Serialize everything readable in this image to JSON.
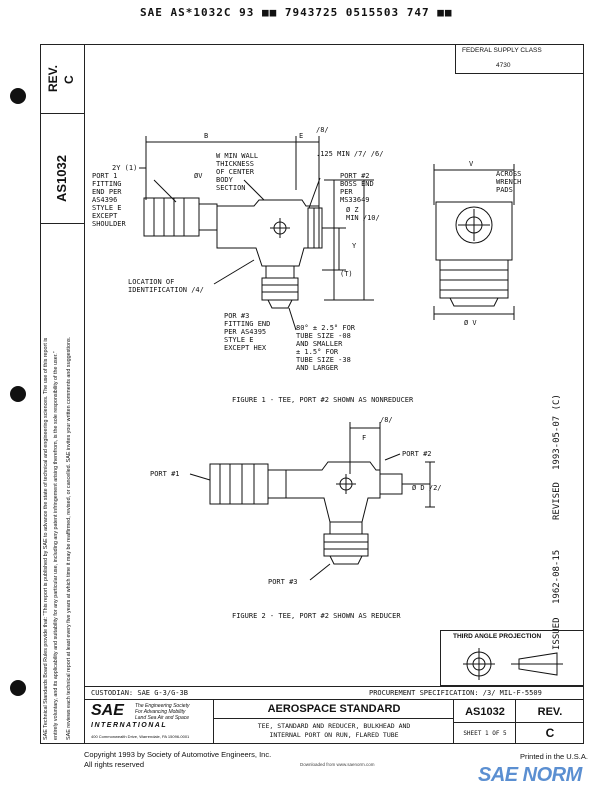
{
  "header_code": "SAE AS*1032C 93 ■■ 7943725 0515503 747 ■■",
  "federal_supply": {
    "label": "FEDERAL SUPPLY CLASS",
    "value": "4730"
  },
  "left_column": {
    "rev_label": "REV.",
    "rev_value": "C",
    "doc_number": "AS1032",
    "disclaimer_1": "SAE Technical Standards Board Rules provide that: “This report is published by SAE to advance the state of technical and engineering sciences. The use of this report is",
    "disclaimer_2": "entirely voluntary, and its applicability and suitability for any particular use, including any patent infringement arising therefrom, is the sole responsibility of the user.”",
    "disclaimer_3": "SAE reviews each technical report at least every five years at which time it may be reaffirmed, revised, or cancelled. SAE invites your written comments and suggestions."
  },
  "figure1": {
    "caption": "FIGURE 1 - TEE, PORT #2 SHOWN AS NONREDUCER",
    "labels": {
      "b": "B",
      "e": "E",
      "ref_8": "/8/",
      "ref_1": "2Y (1)",
      "port1": "PORT 1",
      "port1_b": "FITTING",
      "port1_c": "END PER",
      "port1_d": "AS4396",
      "port1_e": "STYLE E",
      "port1_f": "EXCEPT",
      "port1_g": "SHOULDER",
      "wall_a": "W MIN WALL",
      "wall_b": "THICKNESS",
      "wall_c": "OF CENTER",
      "wall_d": "BODY",
      "wall_e": "SECTION",
      "phi_v": "ØV",
      "dim_125": ".125 MIN /7/ /6/",
      "port2_a": "PORT #2",
      "port2_b": "BOSS END",
      "port2_c": "PER",
      "port2_d": "MS33649",
      "phi_z": "Ø Z",
      "min_10": "MIN /10/",
      "location_a": "LOCATION OF",
      "location_b": "IDENTIFICATION /4/",
      "t": "(T)",
      "y": "Y",
      "port3_a": "POR #3",
      "port3_b": "FITTING END",
      "port3_c": "PER AS4395",
      "port3_d": "STYLE E",
      "port3_e": "EXCEPT HEX",
      "angle_a": "80° ± 2.5° FOR",
      "angle_b": "TUBE SIZE -08",
      "angle_c": "AND SMALLER",
      "angle_d": "± 1.5° FOR",
      "angle_e": "TUBE SIZE -38",
      "angle_f": "AND LARGER",
      "v": "V",
      "across_a": "ACROSS",
      "across_b": "WRENCH",
      "across_c": "PADS",
      "phi_v2": "Ø V"
    }
  },
  "figure2": {
    "caption": "FIGURE 2 - TEE, PORT #2 SHOWN AS REDUCER",
    "labels": {
      "f": "F",
      "ref_8": "/8/",
      "port2": "PORT #2",
      "port1": "PORT #1",
      "phi_d": "Ø D /2/",
      "port3": "PORT #3"
    }
  },
  "side_dates": {
    "revised": "REVISED",
    "revised_date": "1993-05-07 (C)",
    "issued": "ISSUED",
    "issued_date": "1962-08-15"
  },
  "projection": {
    "label": "THIRD ANGLE PROJECTION"
  },
  "title_block": {
    "custodian": "CUSTODIAN:  SAE G-3/G-3B",
    "procurement": "PROCUREMENT SPECIFICATION:  /3/ MIL-F-5509",
    "sae_logo": "SAE",
    "tagline_1": "The Engineering Society",
    "tagline_2": "For Advancing Mobility",
    "tagline_3": "Land Sea Air and Space",
    "international": "INTERNATIONAL",
    "address": "400 Commonwealth Drive, Warrendale, PA 15096-0001",
    "standard": "AEROSPACE STANDARD",
    "title_1": "TEE, STANDARD AND REDUCER, BULKHEAD AND",
    "title_2": "INTERNAL PORT ON RUN, FLARED TUBE",
    "doc_number": "AS1032",
    "sheet": "SHEET 1 OF 5",
    "rev_label": "REV.",
    "rev_value": "C"
  },
  "footer": {
    "copyright": "Copyright  1993  by Society of Automotive Engineers, Inc.",
    "rights": "All rights reserved",
    "downloaded": "Downloaded from www.saenorm.com",
    "printed": "Printed in the U.S.A.",
    "watermark": "SAE NORM"
  }
}
